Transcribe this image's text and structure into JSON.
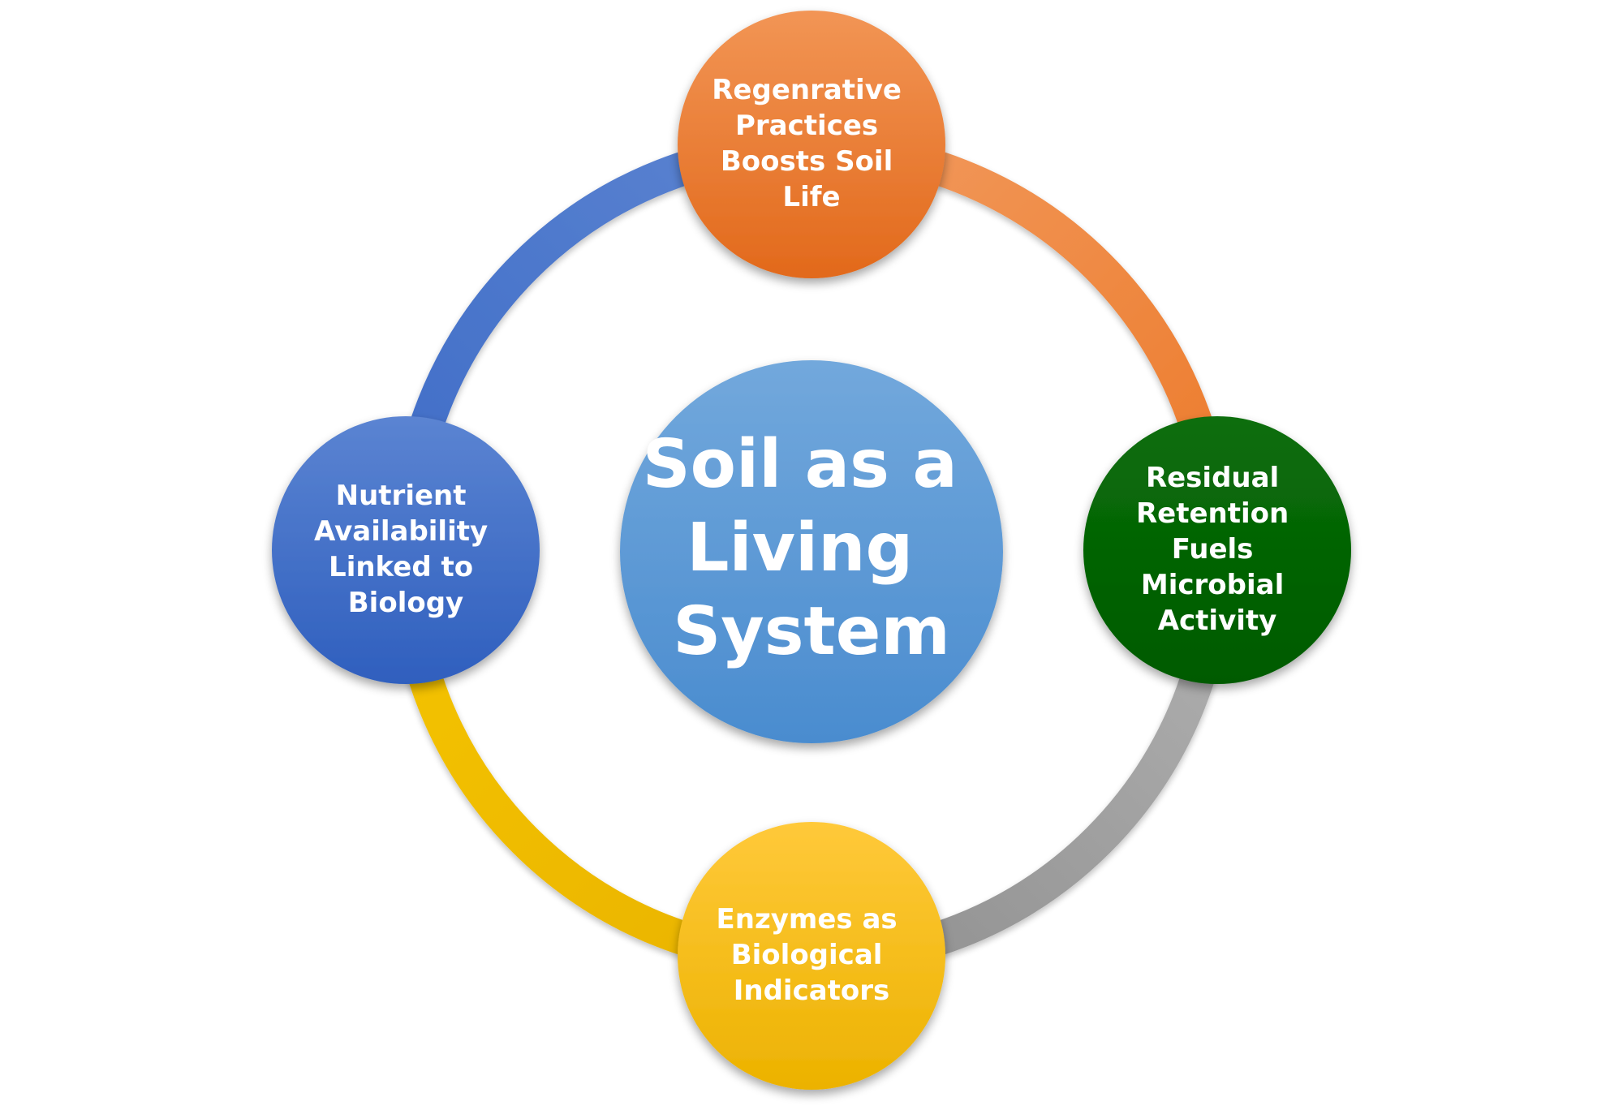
{
  "center": {
    "lines": [
      "Soil as a",
      "Living",
      "System"
    ]
  },
  "nodes": {
    "top": {
      "lines": [
        "Regenrative",
        "Practices",
        "Boosts  Soil",
        "Life"
      ]
    },
    "right": {
      "lines": [
        "Residual",
        "Retention",
        "Fuels",
        "Microbial",
        "Activity"
      ]
    },
    "bottom": {
      "lines": [
        "Enzymes as",
        "Biological",
        "Indicators"
      ]
    },
    "left": {
      "lines": [
        "Nutrient",
        "Availability",
        "Linked to",
        "Biology"
      ]
    }
  },
  "colors": {
    "top_node": "#ED7D31",
    "right_node": "#006400",
    "bottom_node": "#FFC000",
    "left_node": "#4472C4",
    "center_node": "#5B9BD5",
    "arc_top_right": "#ED7D31",
    "arc_right_bottom": "#A5A5A5",
    "arc_bottom_left": "#FFC000",
    "arc_left_top": "#4472C4"
  }
}
